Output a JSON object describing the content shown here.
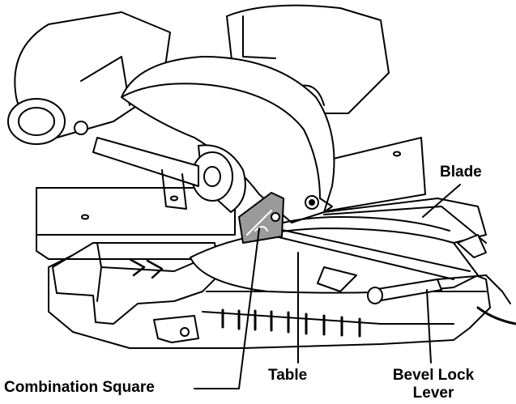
{
  "labels": {
    "blade": "Blade",
    "table": "Table",
    "combination_square": "Combination Square",
    "bevel_lock_lever_line1": "Bevel Lock",
    "bevel_lock_lever_line2": "Lever"
  },
  "colors": {
    "ink": "#000000",
    "paper": "#ffffff",
    "shade": "#d9d9d9",
    "square_gray": "#9a9a9a"
  }
}
